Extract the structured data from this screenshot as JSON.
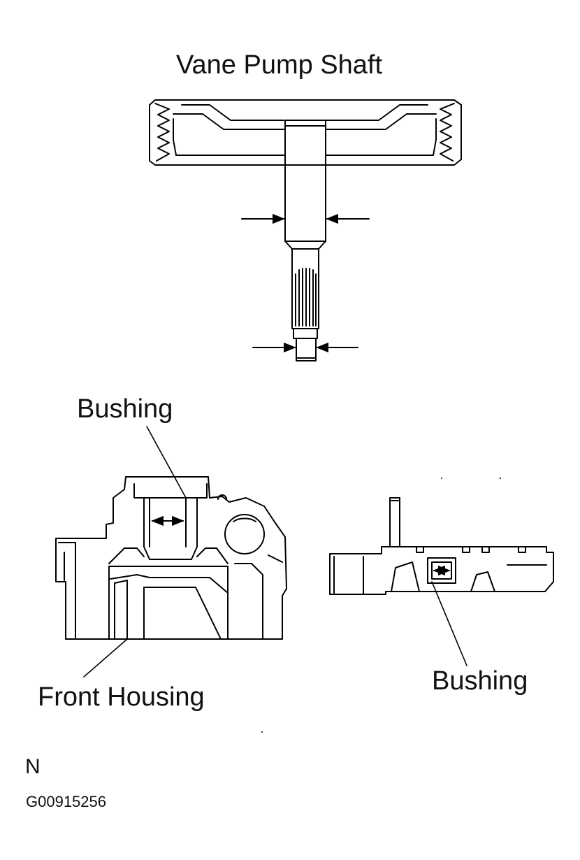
{
  "labels": {
    "title": "Vane Pump Shaft",
    "bushing_top": "Bushing",
    "front_housing": "Front Housing",
    "bushing_right": "Bushing",
    "north": "N",
    "figure_code": "G00915256"
  }
}
